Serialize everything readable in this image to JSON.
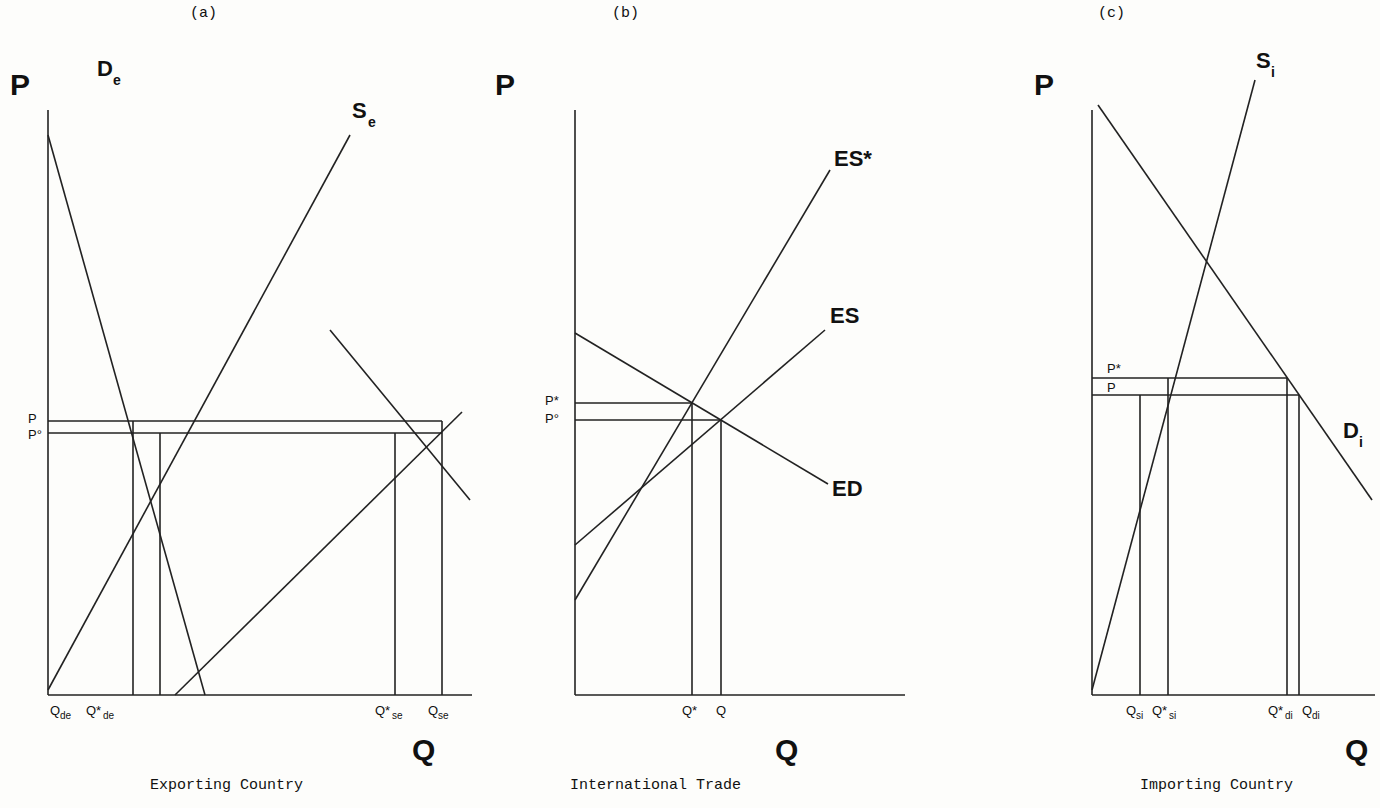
{
  "diagram": {
    "labels": [
      "(a)",
      "(b)",
      "(c)",
      "P",
      "D",
      "e",
      "S",
      "e",
      "P",
      "P°",
      "Q",
      "de",
      "Q*",
      "de",
      "Q*",
      "se",
      "Q",
      "se",
      "Q",
      "Exporting Country",
      "P",
      "ES*",
      "ES",
      "ED",
      "P*",
      "P°",
      "Q*",
      "Q",
      "Q",
      "International Trade",
      "P",
      "S",
      "i",
      "P*",
      "P",
      "D",
      "i",
      "Q",
      "si",
      "Q*",
      "si",
      "Q*",
      "di",
      "Q",
      "di",
      "Q",
      "Importing Country"
    ]
  }
}
